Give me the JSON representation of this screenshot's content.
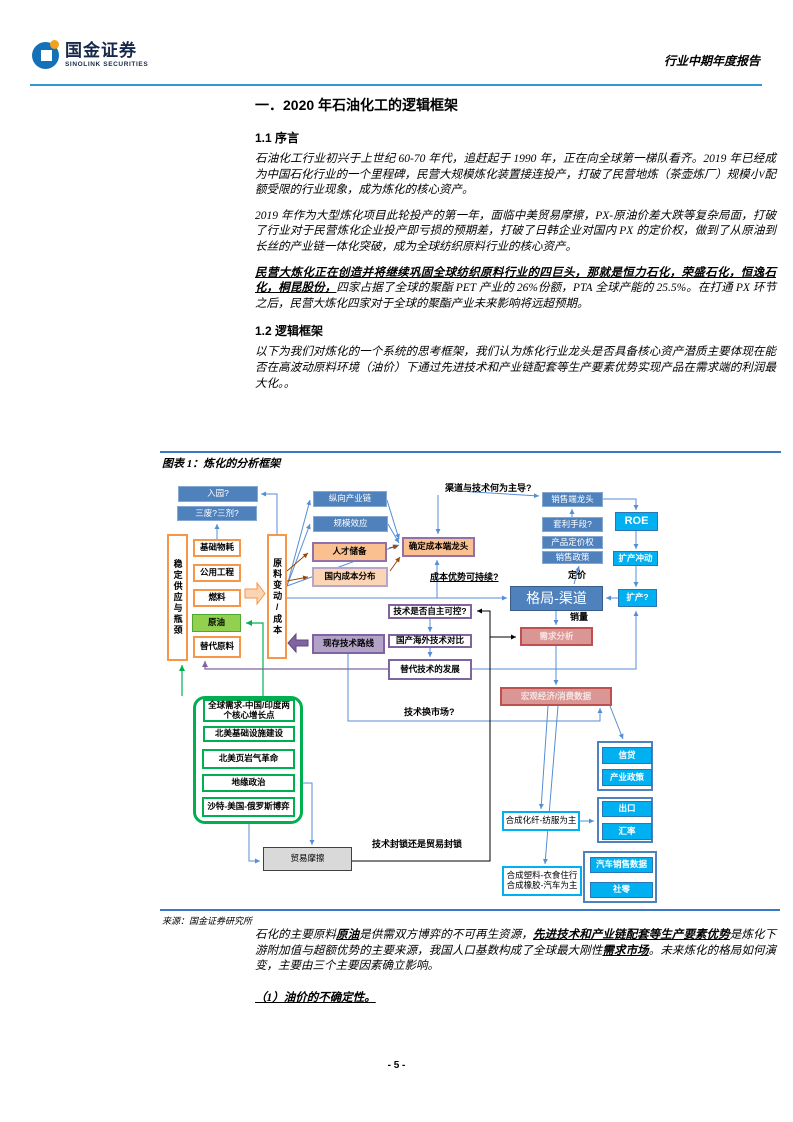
{
  "header": {
    "logo_cn": "国金证券",
    "logo_en": "SINOLINK SECURITIES",
    "report_type": "行业中期年度报告"
  },
  "content": {
    "title": "一．2020 年石油化工的逻辑框架",
    "section_11": "1.1 序言",
    "p1": "石油化工行业初兴于上世纪 60-70 年代，追赶起于 1990 年，正在向全球第一梯队看齐。2019 年已经成为中国石化行业的一个里程碑，民营大规模炼化装置接连投产，打破了民营地炼（茶壶炼厂）规模小/配额受限的行业现象，成为炼化的核心资产。",
    "p2": "2019 年作为大型炼化项目此轮投产的第一年，面临中美贸易摩擦，PX-原油价差大跌等复杂局面，打破了行业对于民营炼化企业投产即亏损的预期差，打破了日韩企业对国内 PX 的定价权，做到了从原油到长丝的产业链一体化突破，成为全球纺织原料行业的核心资产。",
    "p3_segments": [
      {
        "text": "民营大炼化正在创造并将继续巩固全球纺织原料行业的四巨头，那就是恒力石化，荣盛石化，恒逸石化，桐昆股份，",
        "bold": true,
        "underline": true
      },
      {
        "text": "四家占据了全球的聚酯 PET 产业的 26%份额，PTA 全球产能的 25.5%。在打通 PX 环节之后，民营大炼化四家对于全球的聚酯产业未来影响将远超预期。"
      }
    ],
    "section_12": "1.2 逻辑框架",
    "p4": "以下为我们对炼化的一个系统的思考框架，我们认为炼化行业龙头是否具备核心资产潜质主要体现在能否在高波动原料环境（油价）下通过先进技术和产业链配套等生产要素优势实现产品在需求端的利润最大化。。",
    "p5_segments": [
      {
        "text": "石化的主要原料"
      },
      {
        "text": "原油",
        "bold": true,
        "underline": true
      },
      {
        "text": "是供需双方博弈的不可再生资源，"
      },
      {
        "text": "先进技术和产业链配套等生产要素优势",
        "bold": true,
        "underline": true
      },
      {
        "text": "是炼化下游附加值与超额优势的主要来源，我国人口基数构成了全球最大"
      },
      {
        "text": "刚性",
        "italic": true
      },
      {
        "text": "需求市场",
        "bold": true,
        "underline": true
      },
      {
        "text": "。未来炼化的格局如何演变，主要由三个主要因素确立影响。"
      }
    ],
    "p6": "（1）油价的不确定性。",
    "page_number": "- 5 -"
  },
  "figure": {
    "title": "图表 1：炼化的分析框架",
    "source": "来源：国金证券研究所",
    "colors": {
      "blue": "#4f81bd",
      "cyan": "#00b0f0",
      "peach": "#fac090",
      "green": "#92d050",
      "pink": "#d99694",
      "violet": "#b3a2c7",
      "gray": "#d9d9d9"
    },
    "nodes": {
      "ruyuan": "入园?",
      "sanfei": "三废?三剂?",
      "wending": "稳定供应与瓶颈",
      "jichu": "基础物耗",
      "gongyong": "公用工程",
      "ranliao": "燃料",
      "yuanyou": "原油",
      "tidai_yl": "替代原料",
      "yuanliao": "原料变动/成本",
      "zongxiang": "纵向产业链",
      "guimo": "规模效应",
      "rencai": "人才储备",
      "guonei": "国内成本分布",
      "queding": "确定成本端龙头",
      "qudao_label": "渠道与技术何为主导?",
      "xiaoshou_lt": "销售端龙头",
      "taoli": "套利手段?",
      "dingjia_q": "产品定价权",
      "xs_zhengce": "销售政策",
      "roe": "ROE",
      "kuochan_cd": "扩产冲动",
      "kuochan_q": "扩产?",
      "dingjia_label": "定价",
      "chengben_label": "成本优势可持续?",
      "geju": "格局-渠道",
      "xiaoliang_label": "销量",
      "jishu_zizhu": "技术是否自主可控?",
      "xiancun": "现存技术路线",
      "guochan": "国产海外技术对比",
      "tidai_js": "替代技术的发展",
      "xuqiu": "需求分析",
      "hongguan": "宏观经济/消费数据",
      "quanqiu": "全球需求-中国/印度两个核心增长点",
      "beimei_jichu": "北美基础设施建设",
      "beimei_yanqi": "北美页岩气革命",
      "diyuan": "地缘政治",
      "shate": "沙特-美国-俄罗斯博弈",
      "jishu_huan": "技术换市场?",
      "xindai": "信贷",
      "chanye": "产业政策",
      "chukou": "出口",
      "huilv": "汇率",
      "hecheng_huaxian": "合成化纤-纺服为主",
      "maoyi": "贸易摩擦",
      "jishu_fengsuo": "技术封锁还是贸易封锁",
      "hecheng_suliao": "合成塑料-衣食住行",
      "hecheng_xiangjiao": "合成橡胶-汽车为主",
      "qiche": "汽车销售数据",
      "sheling": "社零"
    }
  }
}
